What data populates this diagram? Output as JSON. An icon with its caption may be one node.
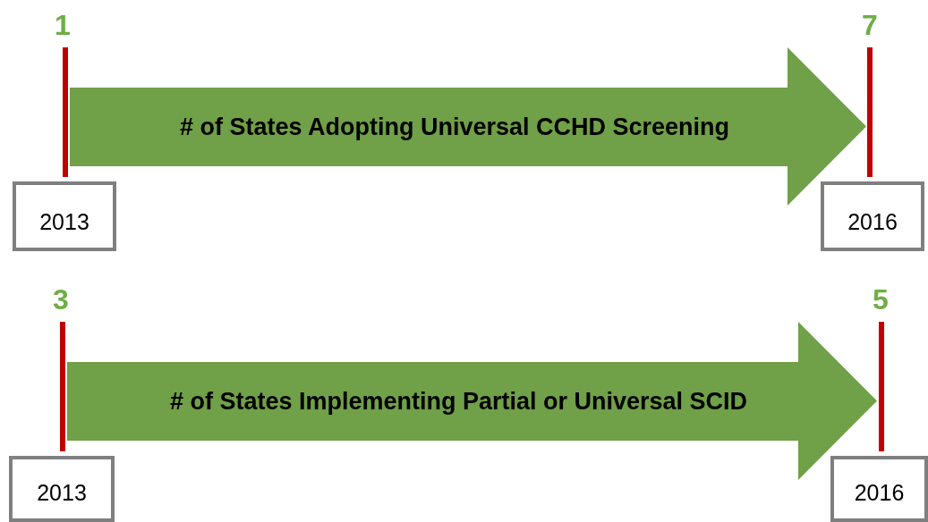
{
  "diagram": {
    "nodes": [
      {
        "text": [
          "# of States Adopting Universal CCHD Screening"
        ]
      },
      {
        "text": [
          "2013"
        ]
      },
      {
        "text": [
          "2016"
        ]
      },
      {
        "text": [
          "# of States Implementing Partial or Universal SCID"
        ]
      },
      {
        "text": [
          "2013"
        ]
      },
      {
        "text": [
          "2016"
        ]
      }
    ],
    "labels": [
      "1",
      "7",
      "3",
      "5"
    ]
  }
}
